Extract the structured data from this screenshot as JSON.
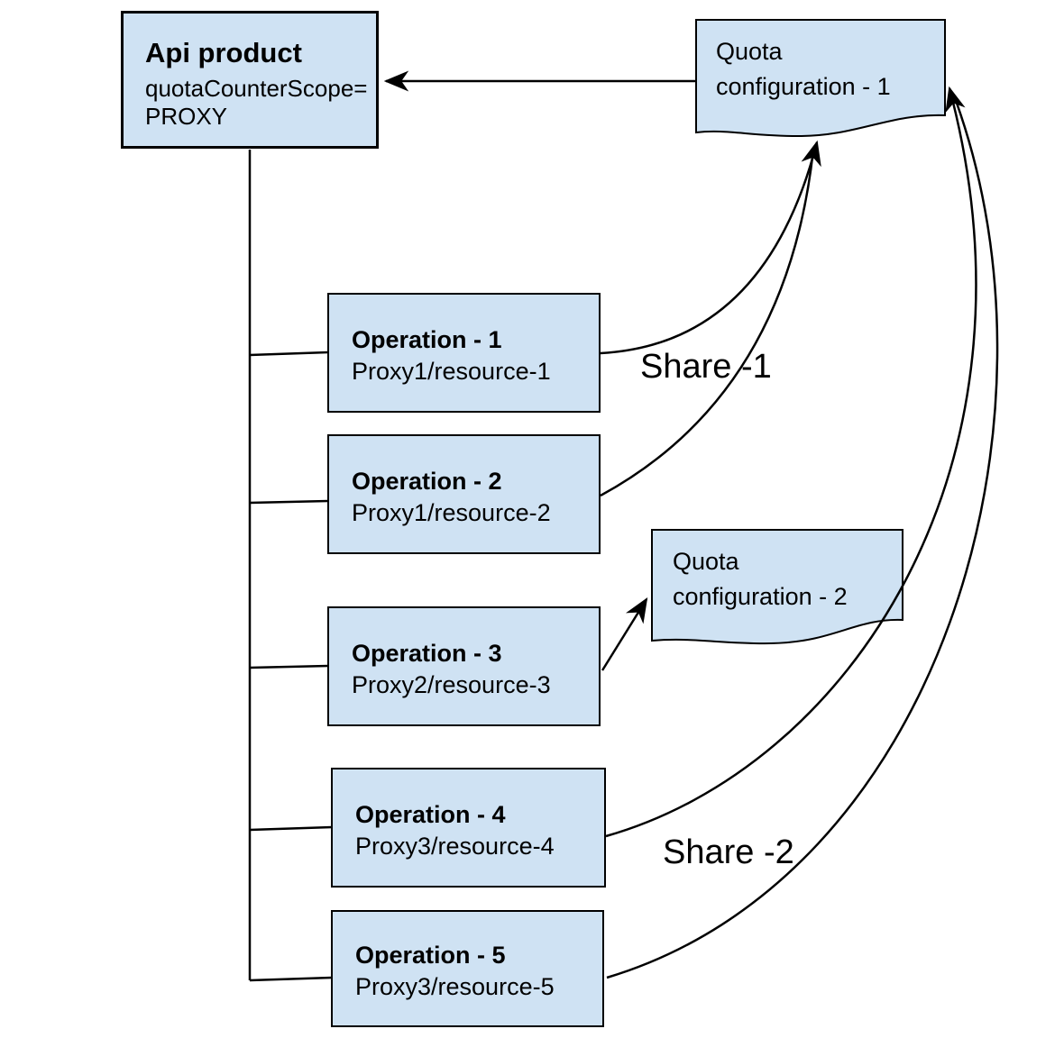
{
  "diagram": {
    "api_product": {
      "title": "Api product",
      "attr_line1": "quotaCounterScope=",
      "attr_line2": "PROXY"
    },
    "quota_config_1": {
      "line1": "Quota",
      "line2": "configuration - 1"
    },
    "quota_config_2": {
      "line1": "Quota",
      "line2": "configuration - 2"
    },
    "operations": [
      {
        "title": "Operation - 1",
        "subtitle": "Proxy1/resource-1"
      },
      {
        "title": "Operation - 2",
        "subtitle": "Proxy1/resource-2"
      },
      {
        "title": "Operation - 3",
        "subtitle": "Proxy2/resource-3"
      },
      {
        "title": "Operation - 4",
        "subtitle": "Proxy3/resource-4"
      },
      {
        "title": "Operation - 5",
        "subtitle": "Proxy3/resource-5"
      }
    ],
    "labels": {
      "share1": "Share -1",
      "share2": "Share -2"
    },
    "colors": {
      "shape_fill": "#cfe2f3",
      "shape_stroke": "#000000",
      "connector": "#000000"
    }
  }
}
